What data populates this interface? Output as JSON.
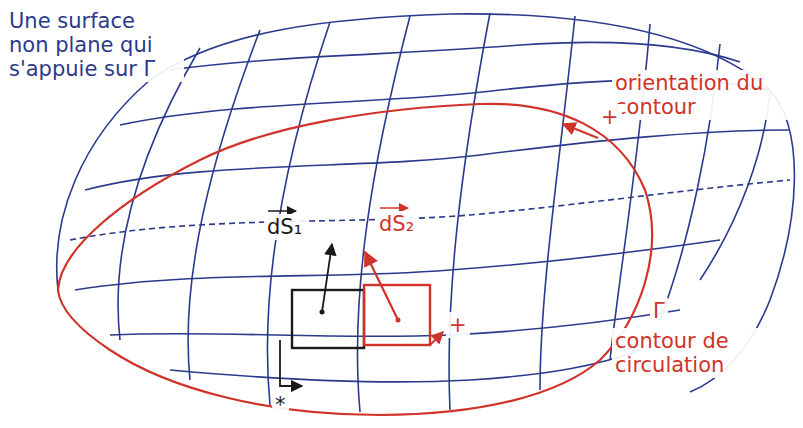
{
  "diagram": {
    "labels": [
      "Une surface non plane qui s'appuie sur Γ",
      "orientation du contour",
      "+",
      "Γ",
      "contour de circulation",
      "dS₁",
      "dS₂",
      "+",
      "*"
    ]
  }
}
